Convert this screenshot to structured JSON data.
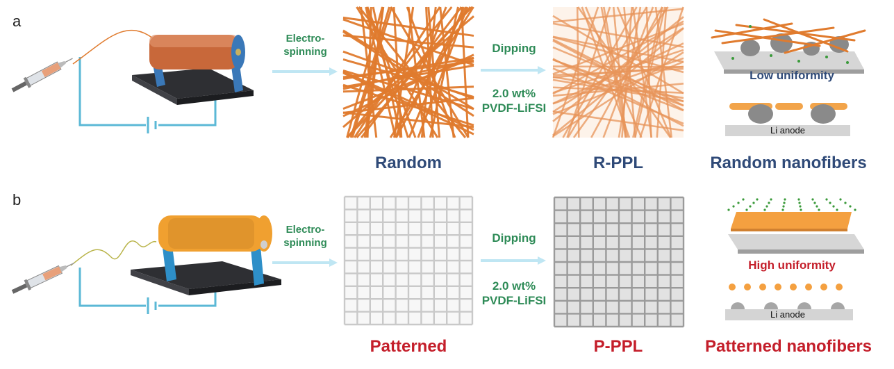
{
  "panels": {
    "a": {
      "letter": "a",
      "step1": {
        "line1": "Electro-",
        "line2": "spinning"
      },
      "step2": {
        "label": "Dipping",
        "line1": "2.0 wt%",
        "line2": "PVDF-LiFSI"
      },
      "caption_mat": "Random",
      "caption_ppl": "R-PPL",
      "uniformity": "Low uniformity",
      "anode": "Li anode",
      "caption_right": "Random nanofibers"
    },
    "b": {
      "letter": "b",
      "step1": {
        "line1": "Electro-",
        "line2": "spinning"
      },
      "step2": {
        "label": "Dipping",
        "line1": "2.0 wt%",
        "line2": "PVDF-LiFSI"
      },
      "caption_mat": "Patterned",
      "caption_ppl": "P-PPL",
      "uniformity": "High uniformity",
      "anode": "Li anode",
      "caption_right": "Patterned nanofibers"
    }
  },
  "colors": {
    "fiber": "#e07b2e",
    "circuit": "#5bb8d6",
    "arrow": "#bfe6f3",
    "step_text": "#2e8b57",
    "blue_caption": "#2f4a78",
    "red_caption": "#c41e2a",
    "base": "#2e2f33",
    "stand": "#3a78b8",
    "ions": "#3a9a3a"
  },
  "icons": [
    "syringe-icon",
    "drum-collector-icon",
    "battery-symbol-icon",
    "dendrite-icon"
  ]
}
